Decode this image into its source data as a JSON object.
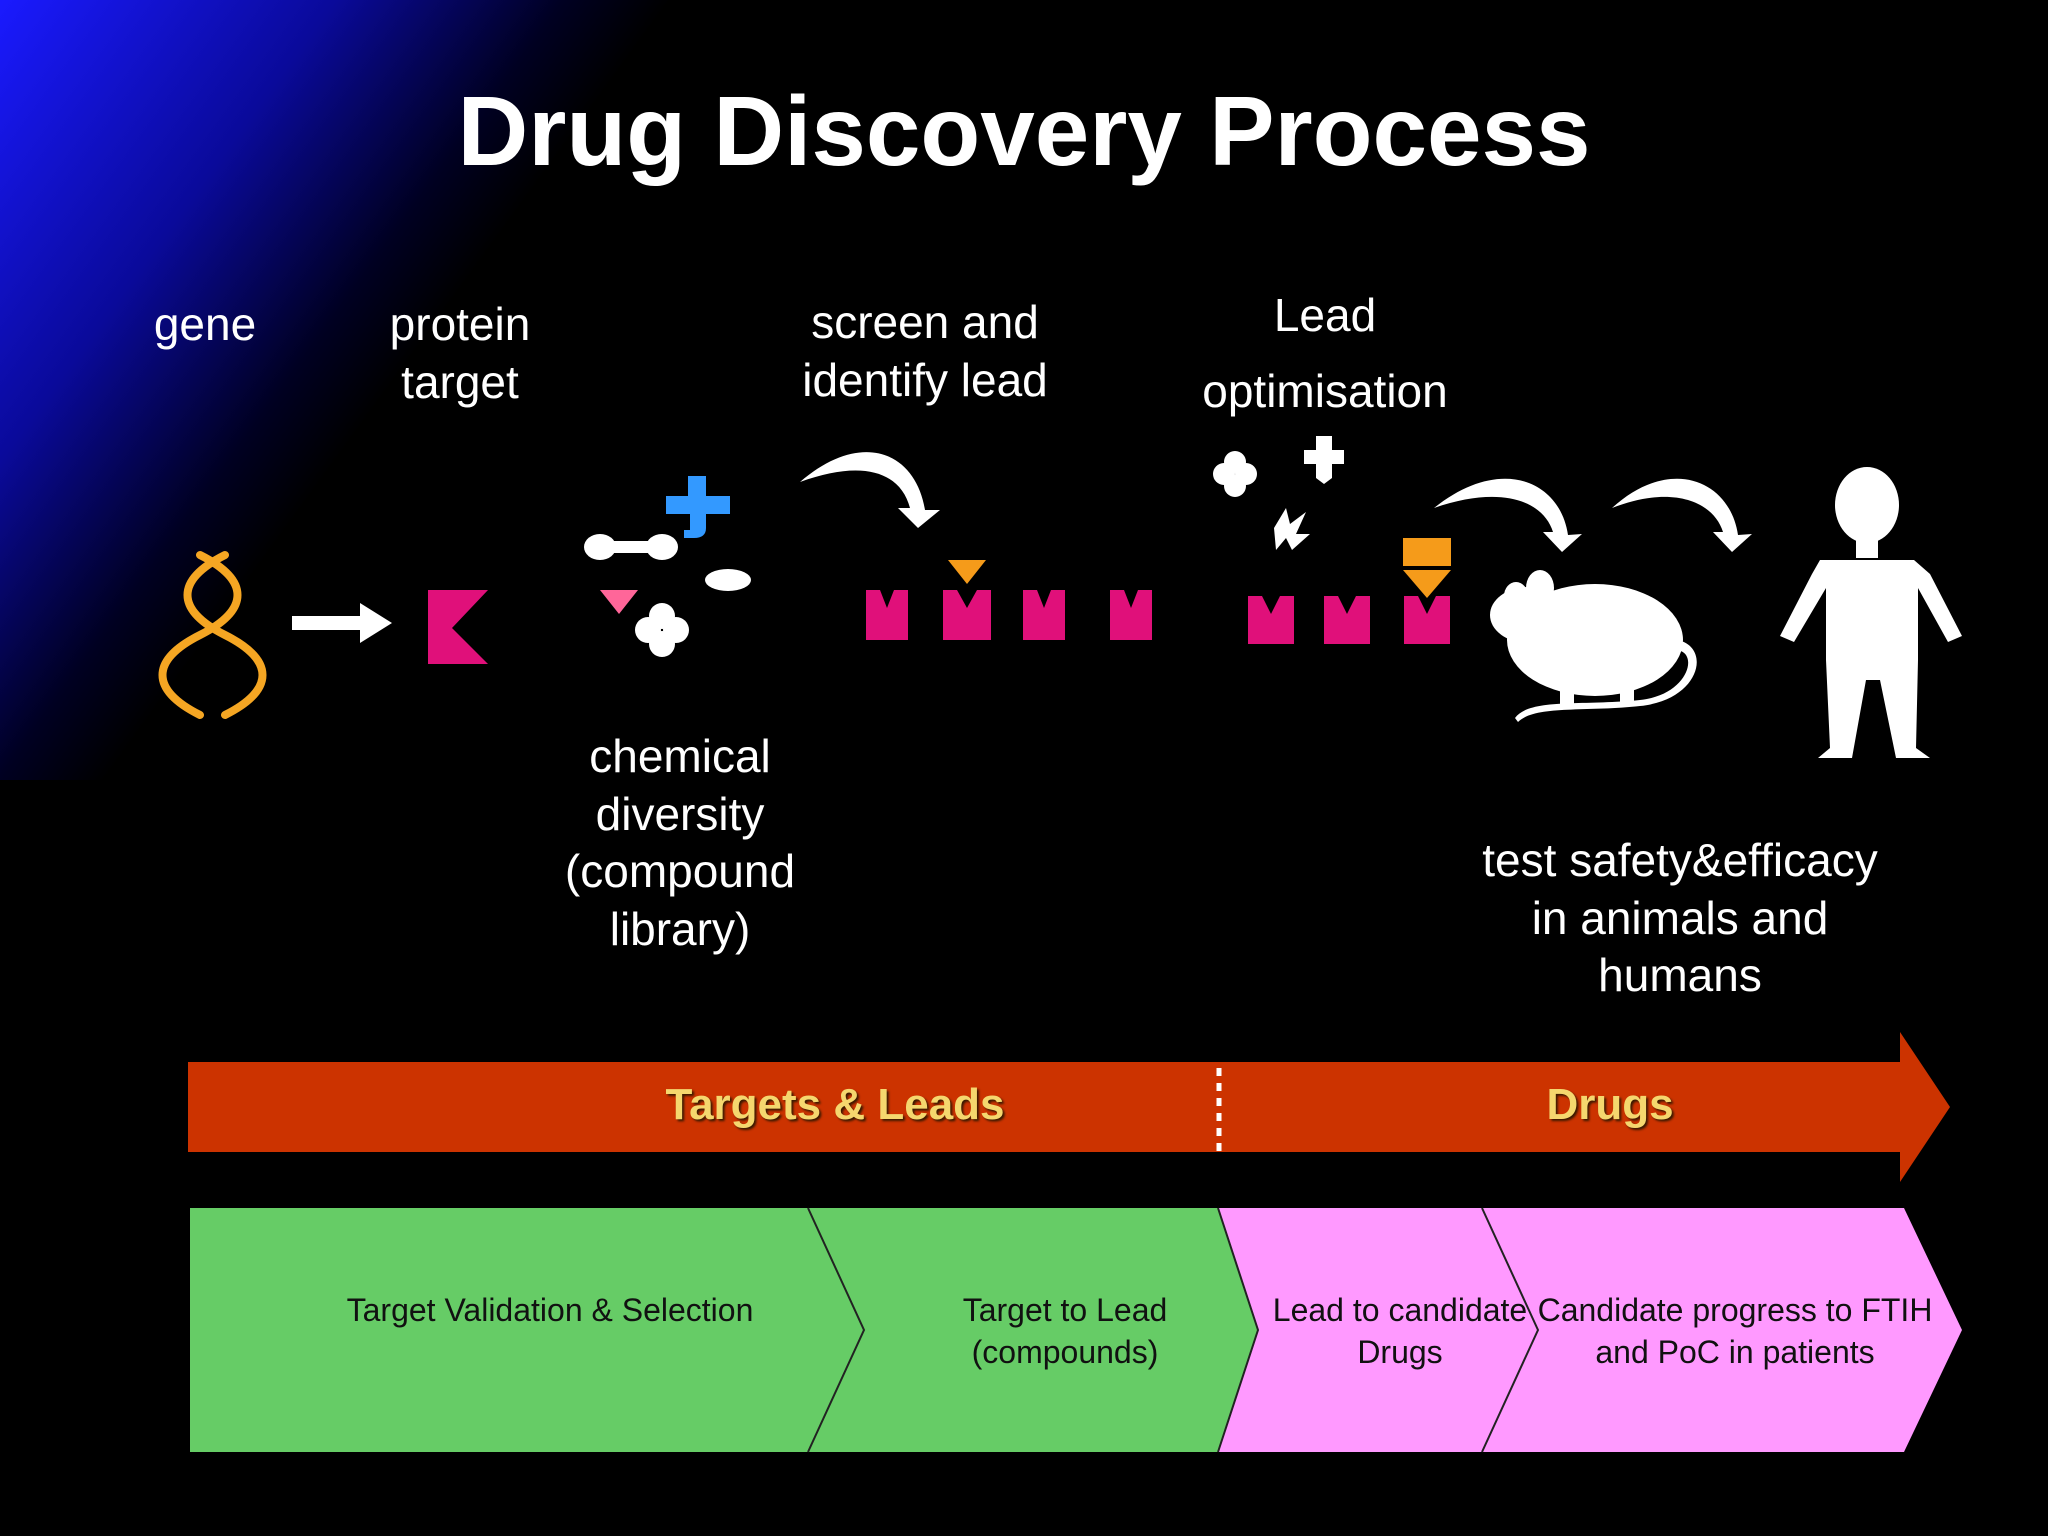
{
  "title": "Drug Discovery Process",
  "stages": {
    "gene": "gene",
    "protein": "protein\ntarget",
    "screen": "screen and\nidentify lead",
    "lead_opt": "Lead\noptimisation",
    "chemical": "chemical\ndiversity\n(compound\nlibrary)",
    "test": "test safety&efficacy\nin animals and\nhumans"
  },
  "band": {
    "left": "Targets & Leads",
    "right": "Drugs"
  },
  "phases": [
    {
      "label": "Target Validation & Selection",
      "color": "#66cc66"
    },
    {
      "label": "Target to Lead\n(compounds)",
      "color": "#66cc66"
    },
    {
      "label": "Lead  to candidate\nDrugs",
      "color": "#ff99ff"
    },
    {
      "label": "Candidate progress to FTIH\nand PoC in patients",
      "color": "#ff99ff"
    }
  ],
  "colors": {
    "dna": "#f5a623",
    "magenta": "#e0107a",
    "orange": "#f59b1a",
    "blue": "#3399ff",
    "pink": "#ff6699",
    "band": "#cc3300"
  },
  "icons": [
    "dna-icon",
    "arrow-right-icon",
    "protein-target-icon",
    "compound-icons",
    "curved-arrow-icon",
    "mouse-icon",
    "human-icon"
  ]
}
